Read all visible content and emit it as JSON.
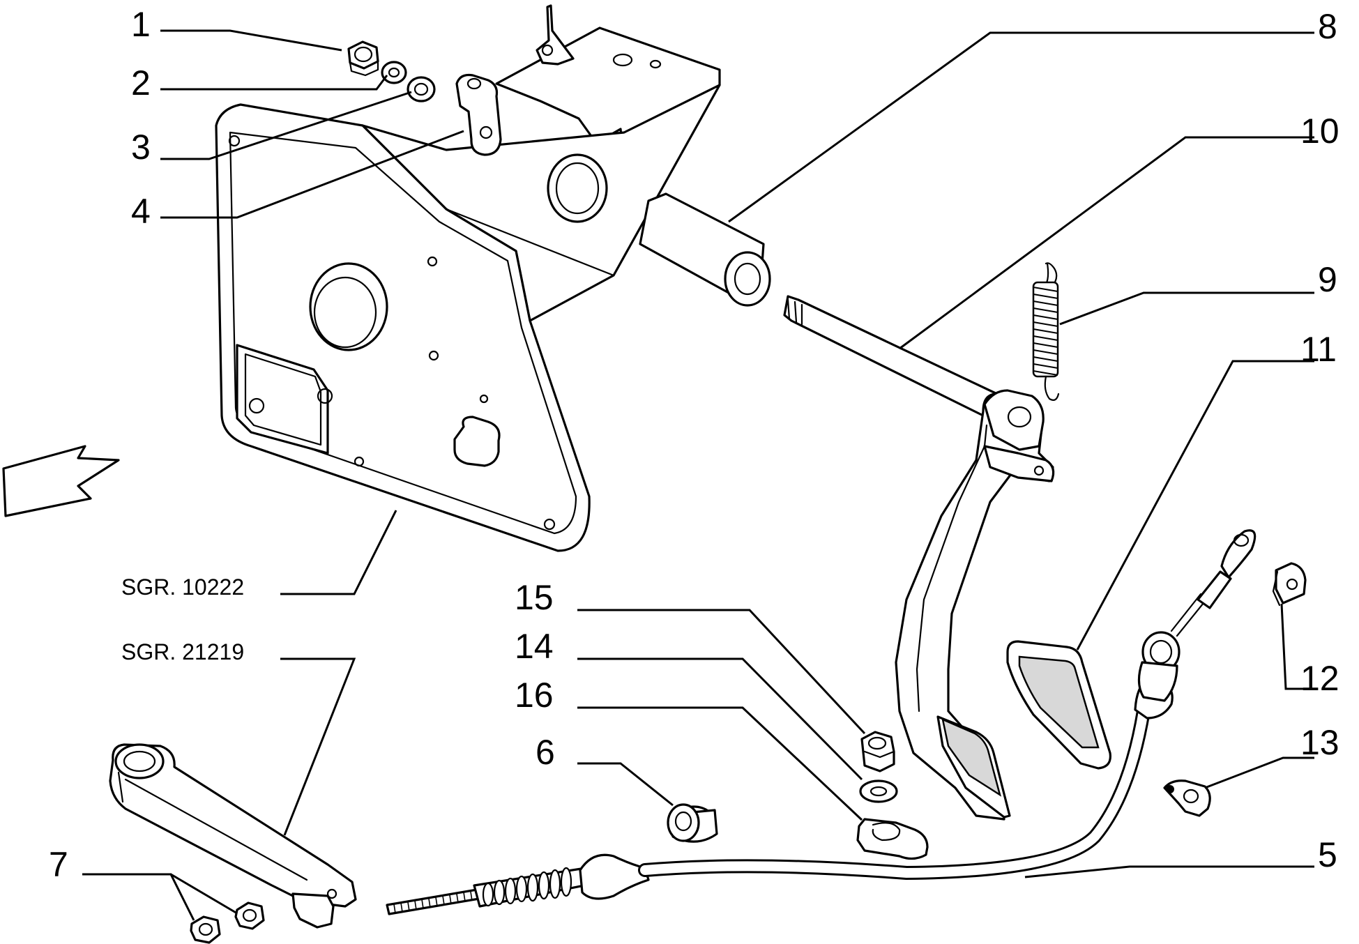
{
  "callouts": {
    "c1": "1",
    "c2": "2",
    "c3": "3",
    "c4": "4",
    "c5": "5",
    "c6": "6",
    "c7": "7",
    "c8": "8",
    "c9": "9",
    "c10": "10",
    "c11": "11",
    "c12": "12",
    "c13": "13",
    "c14": "14",
    "c15": "15",
    "c16": "16"
  },
  "references": {
    "bracket_group": "SGR. 10222",
    "lever_group": "SGR. 21219"
  }
}
